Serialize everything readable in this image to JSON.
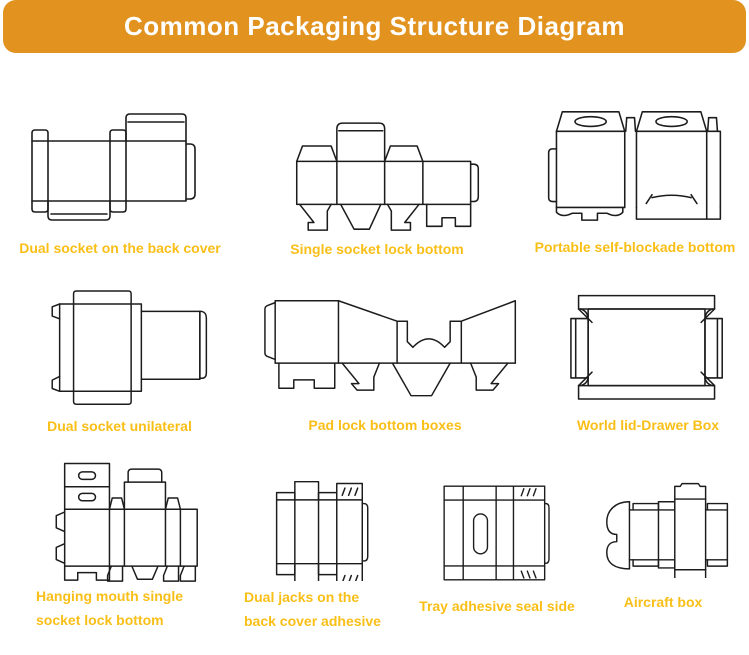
{
  "header": {
    "title": "Common Packaging Structure Diagram"
  },
  "colors": {
    "header_bg": "#E2921E",
    "label_text": "#F9BF17",
    "line": "#1C1C1C",
    "background": "#FFFFFF"
  },
  "diagrams": [
    {
      "id": "dual-socket-back-cover",
      "label": "Dual socket on the back cover"
    },
    {
      "id": "single-socket-lock-bottom",
      "label": "Single socket lock bottom"
    },
    {
      "id": "portable-self-blockade-bottom",
      "label": "Portable self-blockade bottom"
    },
    {
      "id": "dual-socket-unilateral",
      "label": "Dual socket unilateral"
    },
    {
      "id": "pad-lock-bottom-boxes",
      "label": "Pad lock bottom boxes"
    },
    {
      "id": "world-lid-drawer-box",
      "label": "World lid-Drawer Box"
    },
    {
      "id": "hanging-mouth-single-socket-lock-bottom",
      "label": "Hanging mouth single socket lock bottom"
    },
    {
      "id": "dual-jacks-back-cover-adhesive",
      "label": "Dual jacks on the back cover adhesive"
    },
    {
      "id": "tray-adhesive-seal-side",
      "label": "Tray adhesive seal side"
    },
    {
      "id": "aircraft-box",
      "label": "Aircraft box"
    }
  ]
}
